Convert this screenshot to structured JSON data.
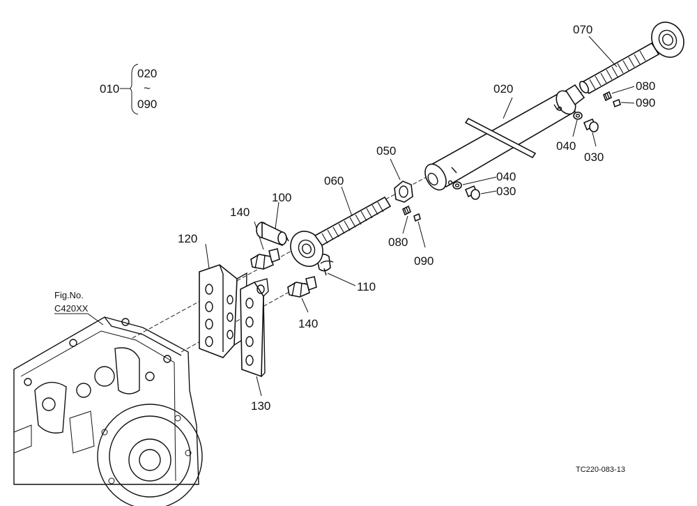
{
  "assembly": {
    "main_label": "010",
    "range_start": "020",
    "range_tilde": "~",
    "range_end": "090"
  },
  "callouts": {
    "p020": "020",
    "p030_upper": "030",
    "p030_lower": "030",
    "p040_upper": "040",
    "p040_lower": "040",
    "p050": "050",
    "p060": "060",
    "p070": "070",
    "p080_upper": "080",
    "p080_lower": "080",
    "p090_upper": "090",
    "p090_lower": "090",
    "p100": "100",
    "p110": "110",
    "p120": "120",
    "p130": "130",
    "p140_upper": "140",
    "p140_lower": "140"
  },
  "figure_ref": {
    "label": "Fig.No.",
    "number": "C420XX"
  },
  "drawing_code": "TC220-083-13"
}
